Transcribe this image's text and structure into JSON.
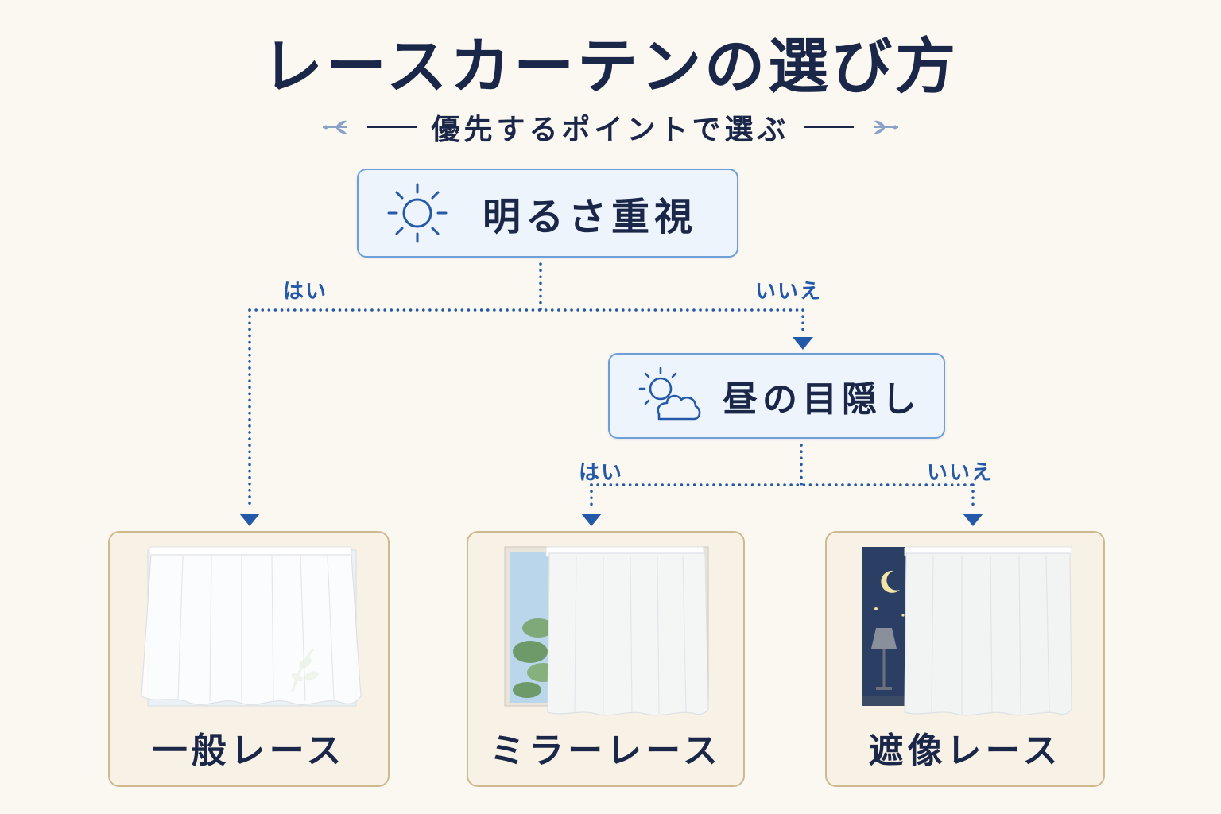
{
  "title": "レースカーテンの選び方",
  "subtitle": "優先するポイントで選ぶ",
  "questions": [
    {
      "text": "明るさ重視",
      "icon": "sun-icon"
    },
    {
      "text": "昼の目隠し",
      "icon": "sun-cloud-icon"
    }
  ],
  "branches": {
    "q1_yes": "はい",
    "q1_no": "いいえ",
    "q2_yes": "はい",
    "q2_no": "いいえ"
  },
  "results": [
    {
      "label": "一般レース"
    },
    {
      "label": "ミラーレース"
    },
    {
      "label": "遮像レース"
    }
  ],
  "colors": {
    "navy": "#1b2748",
    "accent_blue": "#2458a8",
    "box_border": "#6f9fd6",
    "box_fill": "#eef4fb",
    "card_border": "#cfb98f",
    "card_fill": "#f8f1e6",
    "background": "#fbf8f2"
  }
}
